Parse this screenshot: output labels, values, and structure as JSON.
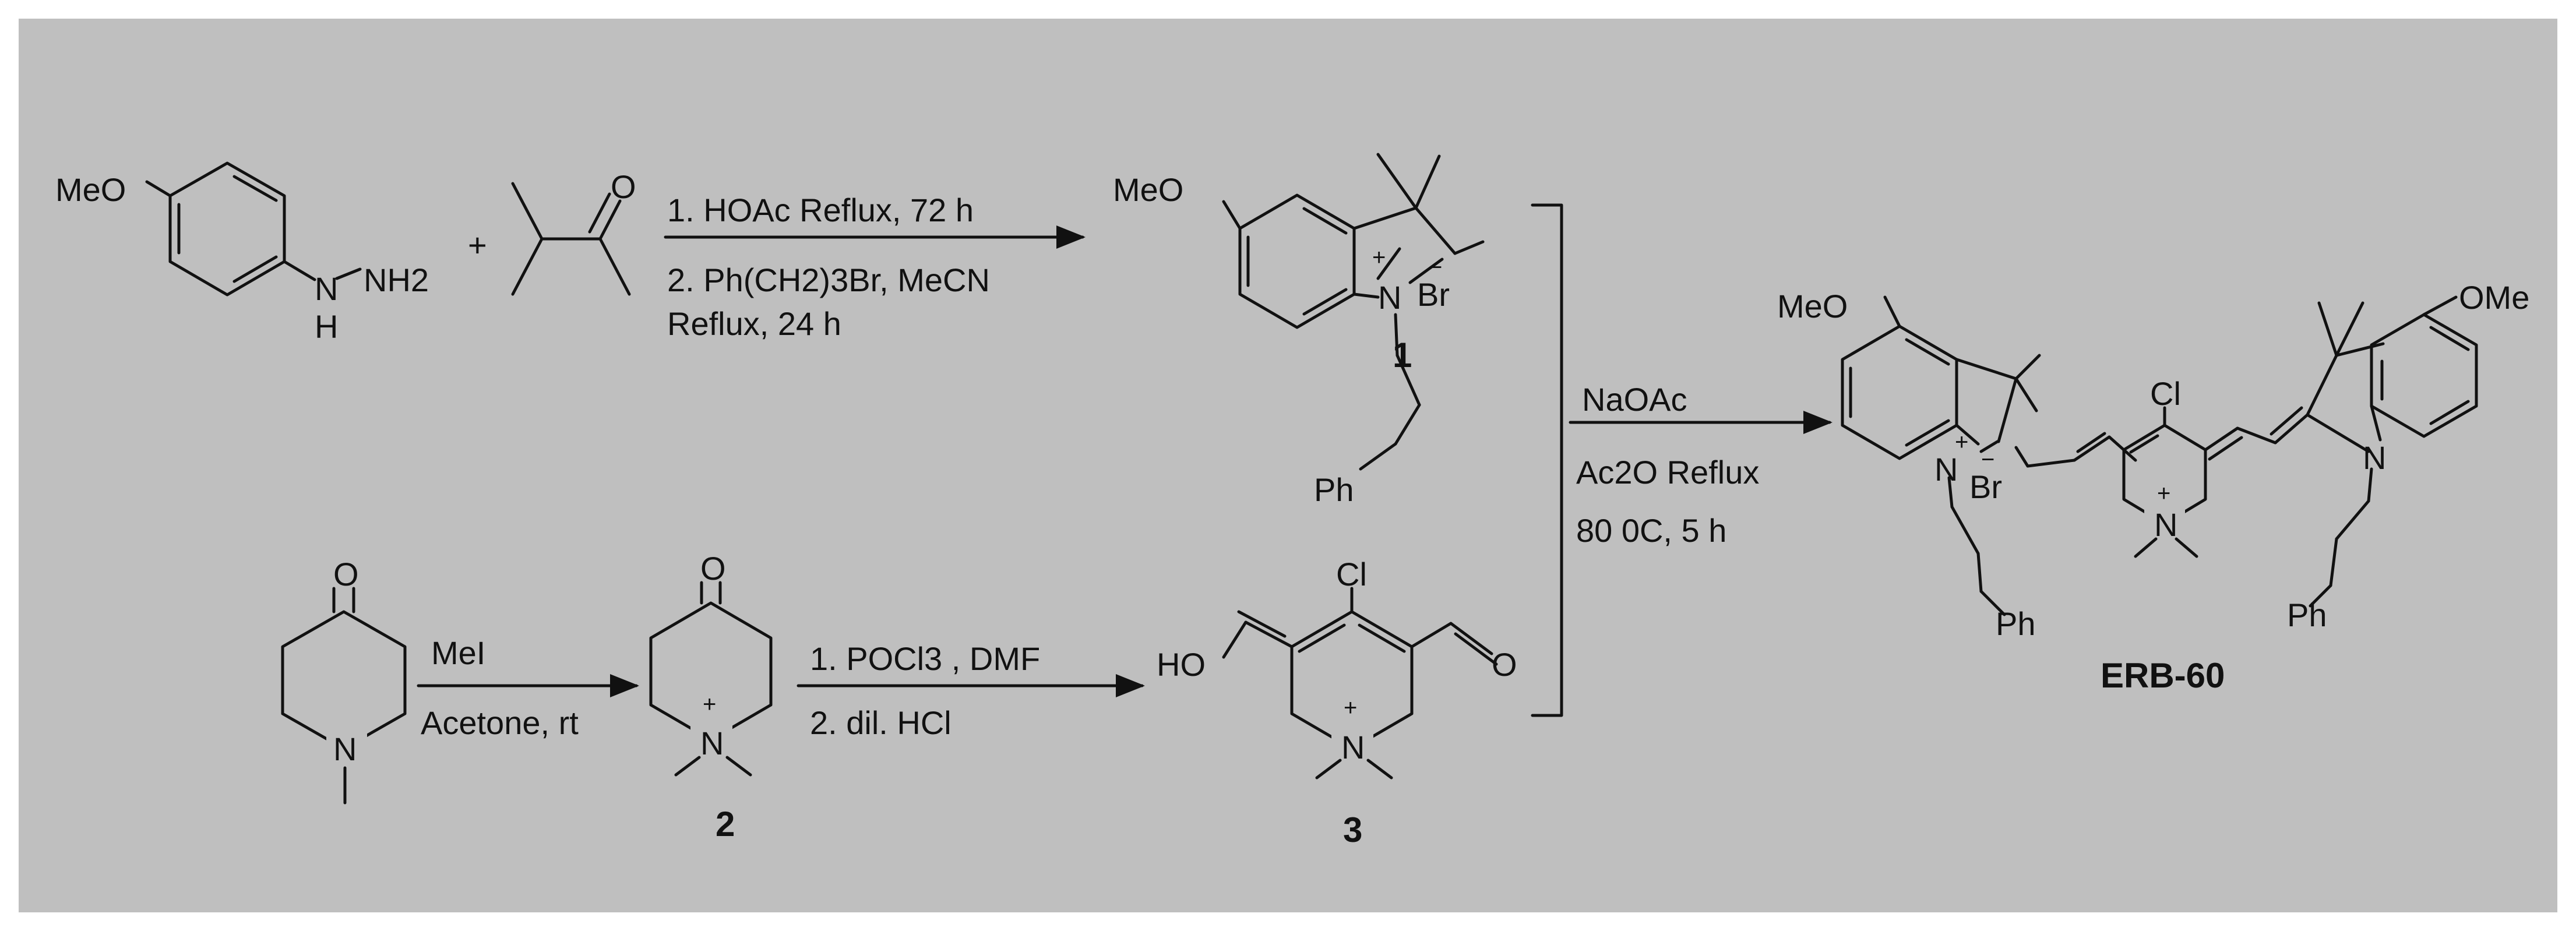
{
  "colors": {
    "panel_background": "#bfbfbf",
    "ink": "#111111"
  },
  "reaction1": {
    "reactant_a_substituent": "MeO",
    "reactant_a_amine_nh2": "NH2",
    "reactant_a_amine_nh": "H",
    "reactant_a_n": "N",
    "plus": "+",
    "ketone_o": "O",
    "condition_1": "1. HOAc  Reflux, 72 h",
    "condition_2": "2. Ph(CH2)3Br, MeCN",
    "condition_3": "Reflux, 24 h",
    "product_substituent": "MeO",
    "product_n": "N",
    "product_charge": "+",
    "product_counterion": "Br",
    "product_counterion_charge": "−",
    "product_tail": "Ph",
    "product_number": "1"
  },
  "reaction2": {
    "reactant_o": "O",
    "reactant_n": "N",
    "condition_top": "MeI",
    "condition_bottom": "Acetone, rt",
    "product_o": "O",
    "product_n": "N",
    "product_charge": "+",
    "product_number": "2"
  },
  "reaction3": {
    "condition_1": "1. POCl3 , DMF",
    "condition_2": "2. dil. HCl",
    "product_cl": "Cl",
    "product_ho": "HO",
    "product_o": "O",
    "product_n": "N",
    "product_charge": "+",
    "product_number": "3"
  },
  "final_step": {
    "condition_top": "NaOAc",
    "condition_mid": "Ac2O  Reflux",
    "condition_bottom": "80 0C, 5 h",
    "product_left_substituent": "MeO",
    "product_right_substituent": "OMe",
    "product_cl": "Cl",
    "product_n_left": "N",
    "product_n_left_charge": "+",
    "product_counterion": "Br",
    "product_counterion_charge": "−",
    "product_n_center": "N",
    "product_n_center_charge": "+",
    "product_n_right": "N",
    "product_tail_left": "Ph",
    "product_tail_right": "Ph",
    "product_name": "ERB-60"
  }
}
